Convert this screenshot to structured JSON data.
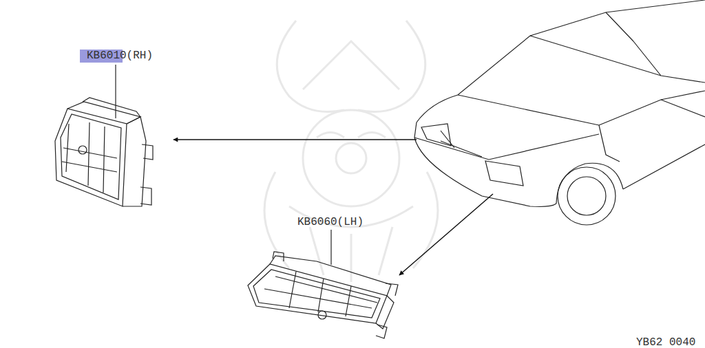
{
  "diagram": {
    "labels": [
      "KB6010(RH)",
      "KB6060(LH)",
      "YB62 0040"
    ]
  }
}
